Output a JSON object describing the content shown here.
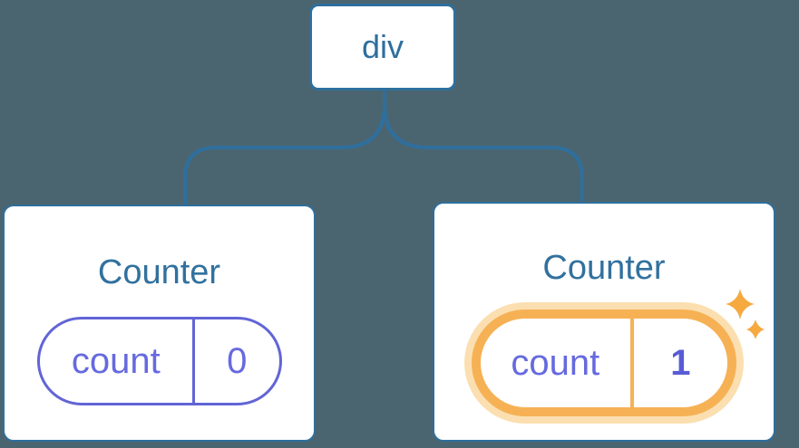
{
  "tree": {
    "root": {
      "label": "div"
    },
    "children": [
      {
        "title": "Counter",
        "state": {
          "name": "count",
          "value": "0"
        },
        "highlighted": false
      },
      {
        "title": "Counter",
        "state": {
          "name": "count",
          "value": "1"
        },
        "highlighted": true
      }
    ]
  },
  "icons": {
    "sparkles": "sparkles-icon"
  },
  "colors": {
    "background": "#4B6570",
    "node_border_blue": "#2E6F9D",
    "title_blue": "#31719E",
    "state_purple_border": "#6165D6",
    "state_purple_text": "#666ADF",
    "state_value_bold_purple": "#585CD6",
    "highlight_orange": "#F6B155",
    "highlight_glow": "#FBDFB0",
    "sparkle_orange": "#F5A93F",
    "card_background": "#FFFFFF"
  }
}
